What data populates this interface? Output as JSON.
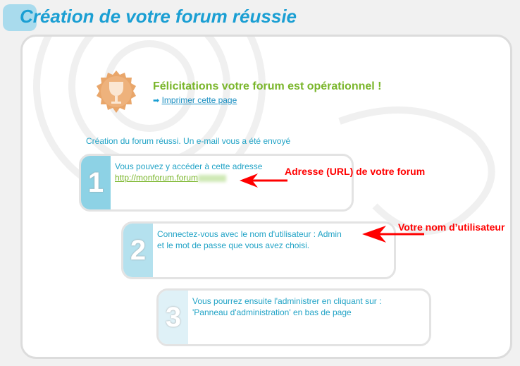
{
  "title": "Création de votre forum réussie",
  "congrats": "Félicitations votre forum est opérationnel !",
  "print_link": "Imprimer cette page",
  "info": "Création du forum réussi. Un e-mail vous a été envoyé",
  "steps": [
    {
      "number": "1",
      "line1": "Vous pouvez y accéder à cette adresse",
      "url": "http://monforum.forum"
    },
    {
      "number": "2",
      "line1": "Connectez-vous avec le nom d'utilisateur : Admin",
      "line2": "et le mot de passe que vous avez choisi."
    },
    {
      "number": "3",
      "line1": "Vous pourrez ensuite l'administrer en cliquant sur :",
      "line2": "'Panneau d'administration' en bas de page"
    }
  ],
  "annotations": {
    "url": "Adresse (URL) de votre forum",
    "username": "Votre nom d’utilisateur"
  },
  "colors": {
    "accent": "#1b9fd3",
    "green": "#7ab62b",
    "annotation": "#ff0000"
  }
}
